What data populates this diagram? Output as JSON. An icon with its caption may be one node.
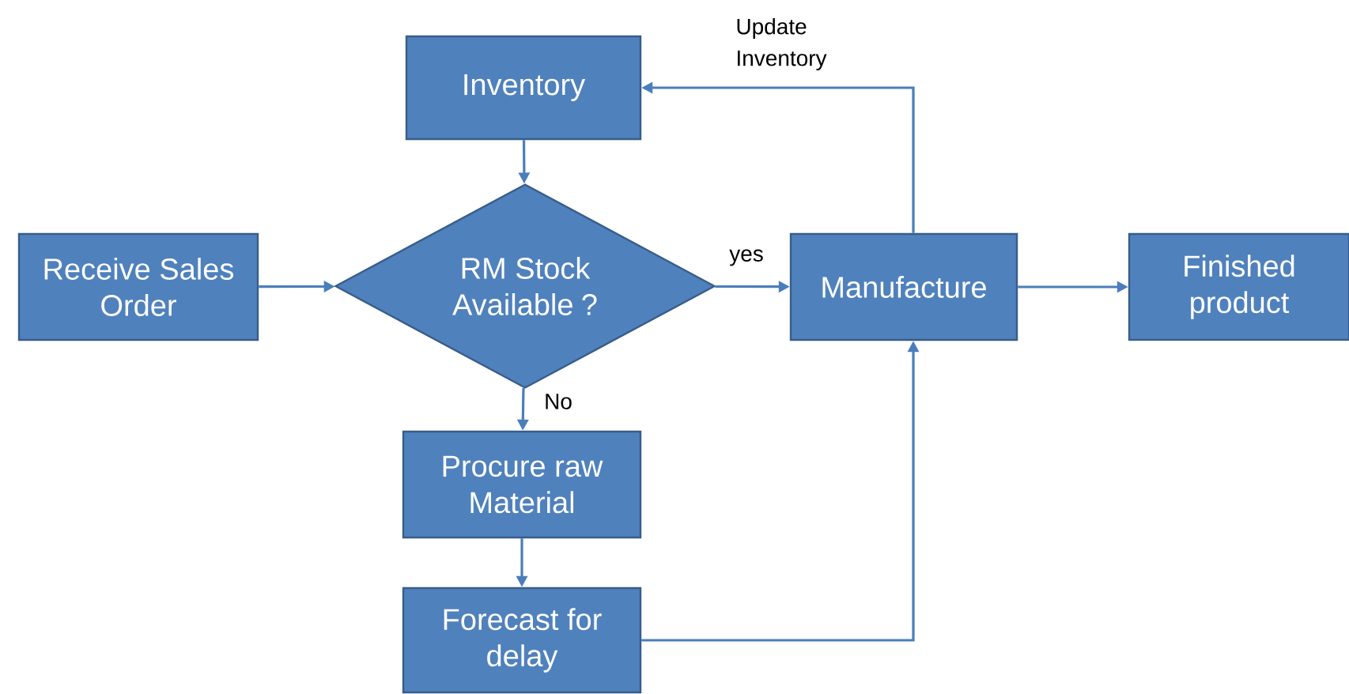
{
  "diagram": {
    "nodes": [
      {
        "text": [
          "Inventory"
        ]
      },
      {
        "text": [
          "Receive Sales Order"
        ]
      },
      {
        "text": [
          "RM Stock Available ?"
        ]
      },
      {
        "text": [
          "Manufacture"
        ]
      },
      {
        "text": [
          "Finished product"
        ]
      },
      {
        "text": [
          "Procure raw Material"
        ]
      },
      {
        "text": [
          "Forecast for delay"
        ]
      }
    ],
    "edges": [
      {
        "from": 1,
        "to": 2,
        "arrow": "to"
      },
      {
        "from": 0,
        "to": 2,
        "arrow": "to"
      },
      {
        "from": 2,
        "to": 3,
        "arrow": "to",
        "label": "yes"
      },
      {
        "from": 2,
        "to": 5,
        "arrow": "to",
        "label": "No"
      },
      {
        "from": 5,
        "to": 6,
        "arrow": "to"
      },
      {
        "from": 6,
        "to": 3,
        "arrow": "to"
      },
      {
        "from": 3,
        "to": 0,
        "arrow": "to",
        "label": "Update Inventory"
      },
      {
        "from": 3,
        "to": 4,
        "arrow": "to"
      }
    ]
  }
}
